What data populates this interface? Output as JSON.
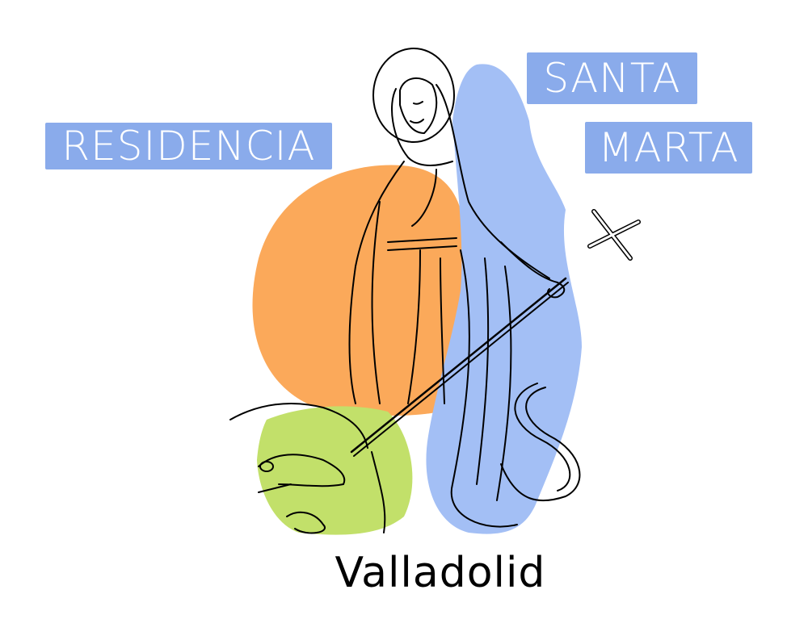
{
  "logo": {
    "title_line1": "RESIDENCIA",
    "title_line2a": "SANTA",
    "title_line2b": "MARTA",
    "city": "Valladolid"
  },
  "colors": {
    "label_bg": "#8aabeb",
    "label_text": "#ffffff",
    "orange_blob": "#fba95a",
    "blue_blob": "#a3bff5",
    "green_blob": "#c2e06a",
    "line_art": "#000000"
  },
  "illustration": {
    "subject": "Saint Martha with halo, holding cross staff, subduing dragon"
  }
}
